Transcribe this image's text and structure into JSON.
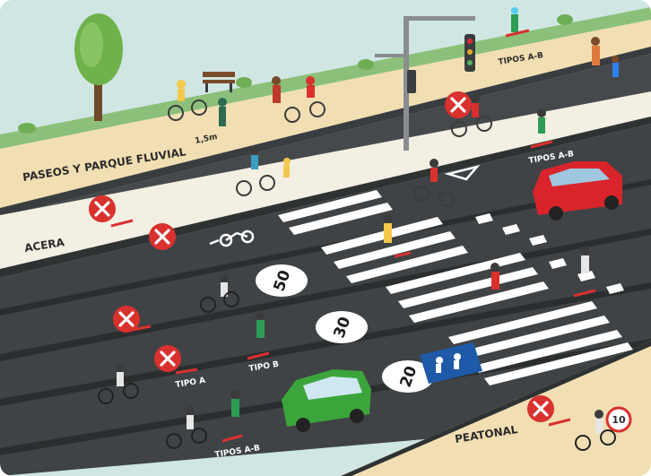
{
  "zones": {
    "paseos": "PASEOS Y PARQUE FLUVIAL",
    "acera": "ACERA",
    "peatonal": "PEATONAL"
  },
  "vehicle_labels": {
    "tipos_ab_top": "TIPOS A-B",
    "tipos_ab_mid": "TIPOS A-B",
    "tipo_a": "TIPO A",
    "tipo_b": "TIPO B",
    "tipos_ab_bottom": "TIPOS A-B"
  },
  "distance_mark": "1,5m",
  "speed_limits": {
    "lane_50": "50",
    "lane_30": "30",
    "lane_20": "20",
    "peatonal_10": "10"
  },
  "colors": {
    "sky": "#cfe6e2",
    "park_path": "#f1dfb3",
    "grass": "#8cc07a",
    "sidewalk": "#f3efe3",
    "road": "#3f4345",
    "lane_divider": "#2f3233",
    "zebra": "#ffffff",
    "prohibited_red": "#d8312e",
    "car_red": "#d9242b",
    "car_green": "#3ba53b",
    "shared_sign_blue": "#1f5aa8"
  },
  "icons": [
    "prohibited-icon",
    "bicycle-icon",
    "give-way-icon",
    "traffic-light-icon",
    "tree-icon",
    "bench-icon",
    "shared-space-sign-icon"
  ]
}
